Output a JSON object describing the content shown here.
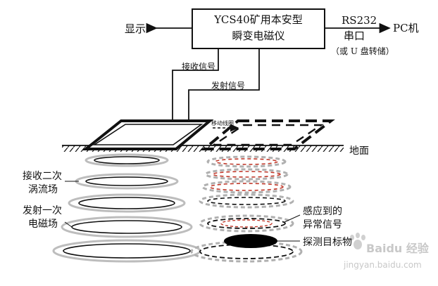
{
  "instrument": {
    "line1": "YCS40矿用本安型",
    "line2": "瞬变电磁仪"
  },
  "outputs": {
    "display": "显示",
    "serial_line1": "RS232",
    "serial_line2": "串口",
    "pc": "PC机",
    "usb_note": "（或 U 盘转储）"
  },
  "signals": {
    "receive": "接收信号",
    "transmit": "发射信号",
    "moving_coil": "移动线圈"
  },
  "ground": {
    "label": "地面"
  },
  "fields": {
    "secondary_line1": "接收二次",
    "secondary_line2": "涡流场",
    "primary_line1": "发射一次",
    "primary_line2": "电磁场"
  },
  "anomaly": {
    "line1": "感应到的",
    "line2": "异常信号",
    "target": "探测目标物"
  },
  "watermark": {
    "brand": "Baidu 经验",
    "url": "jingyan.baidu.com"
  },
  "colors": {
    "ink": "#111111",
    "eddy_red": "#c0392b",
    "watermark": "#c8c8c8"
  }
}
